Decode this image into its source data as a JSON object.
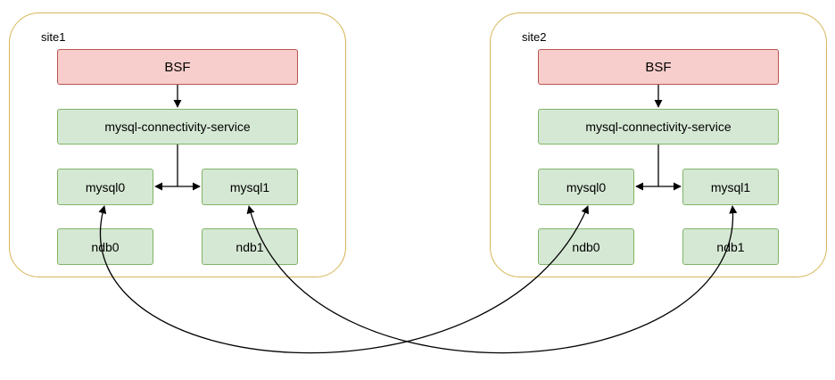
{
  "sites": [
    {
      "label": "site1",
      "bsf": "BSF",
      "service": "mysql-connectivity-service",
      "mysql0": "mysql0",
      "mysql1": "mysql1",
      "ndb0": "ndb0",
      "ndb1": "ndb1"
    },
    {
      "label": "site2",
      "bsf": "BSF",
      "service": "mysql-connectivity-service",
      "mysql0": "mysql0",
      "mysql1": "mysql1",
      "ndb0": "ndb0",
      "ndb1": "ndb1"
    }
  ],
  "colors": {
    "site_border": "#d6b656",
    "bsf_fill": "#f8cecc",
    "bsf_stroke": "#b85450",
    "node_fill": "#d5e8d4",
    "node_stroke": "#82b366"
  }
}
